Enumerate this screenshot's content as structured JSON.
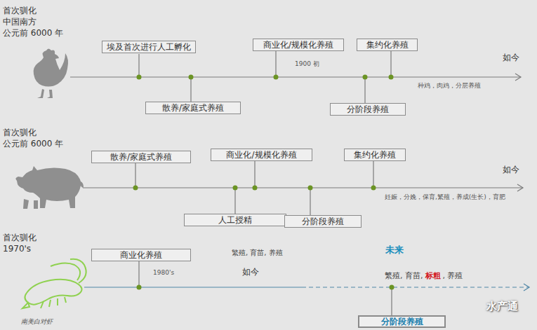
{
  "diagram": {
    "nodes": [
      {
        "text": [
          "埃及首次进行人工孵化"
        ]
      },
      {
        "text": [
          "散养/家庭式养殖"
        ]
      },
      {
        "text": [
          "商业化/规模化养殖"
        ]
      },
      {
        "text": [
          "分阶段养殖"
        ]
      },
      {
        "text": [
          "集约化养殖"
        ]
      },
      {
        "text": [
          "散养/家庭式养殖"
        ]
      },
      {
        "text": [
          "商业化/规模化养殖"
        ]
      },
      {
        "text": [
          "人工授精"
        ]
      },
      {
        "text": [
          "分阶段养殖"
        ]
      },
      {
        "text": [
          "集约化养殖"
        ]
      },
      {
        "text": [
          "商业化养殖"
        ]
      },
      {
        "text": [
          "分阶段养殖"
        ]
      }
    ],
    "labels": [
      "首次驯化",
      "中国南方",
      "公元前 6000 年",
      "1900 初",
      "如今",
      "种鸡，肉鸡，分层养殖",
      "首次驯化",
      "公元前 6000 年",
      "如今",
      "妊娠，分娩，保育,繁殖，养成(生长)，育肥",
      "首次驯化",
      "1970's",
      "1980's",
      "繁殖, 育苗, 养殖",
      "如今",
      "未来",
      "繁殖, 育苗,",
      "标粗",
      ", 养殖",
      "南美白对虾",
      "水产通"
    ]
  }
}
